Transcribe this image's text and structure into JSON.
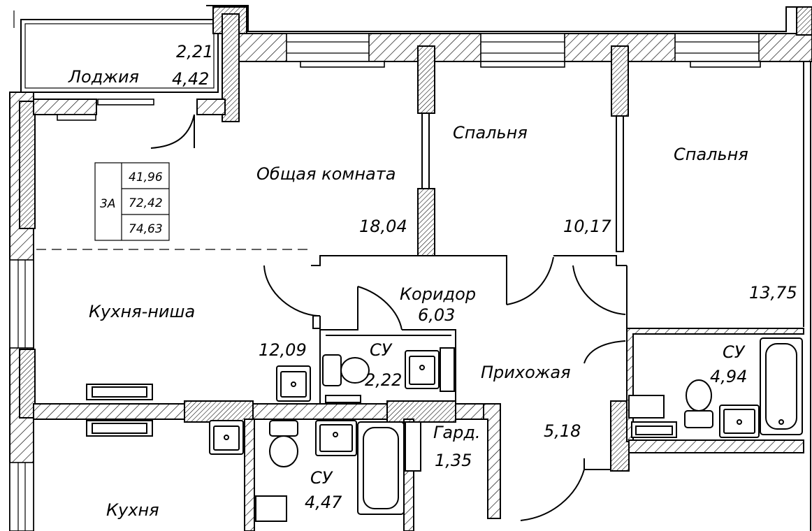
{
  "rooms": {
    "loggia": {
      "name": "Лоджия",
      "area": "4,42",
      "dim": "2,21"
    },
    "living": {
      "name": "Общая комната",
      "area": "18,04"
    },
    "bedroom1": {
      "name": "Спальня",
      "area": "10,17"
    },
    "bedroom2": {
      "name": "Спальня",
      "area": "13,75"
    },
    "kitchen_niche": {
      "name": "Кухня-ниша",
      "area": "12,09"
    },
    "corridor": {
      "name": "Коридор",
      "area": "6,03"
    },
    "bath_small": {
      "name": "СУ",
      "area": "2,22"
    },
    "hall": {
      "name": "Прихожая",
      "area": "5,18"
    },
    "bath_right": {
      "name": "СУ",
      "area": "4,94"
    },
    "wardrobe": {
      "name": "Гард.",
      "area": "1,35"
    },
    "bath_bottom": {
      "name": "СУ",
      "area": "4,47"
    },
    "kitchen": {
      "name": "Кухня"
    }
  },
  "apartment": {
    "type": "3А",
    "living_area": "41,96",
    "total_area": "72,42",
    "total_with_loggia": "74,63"
  }
}
